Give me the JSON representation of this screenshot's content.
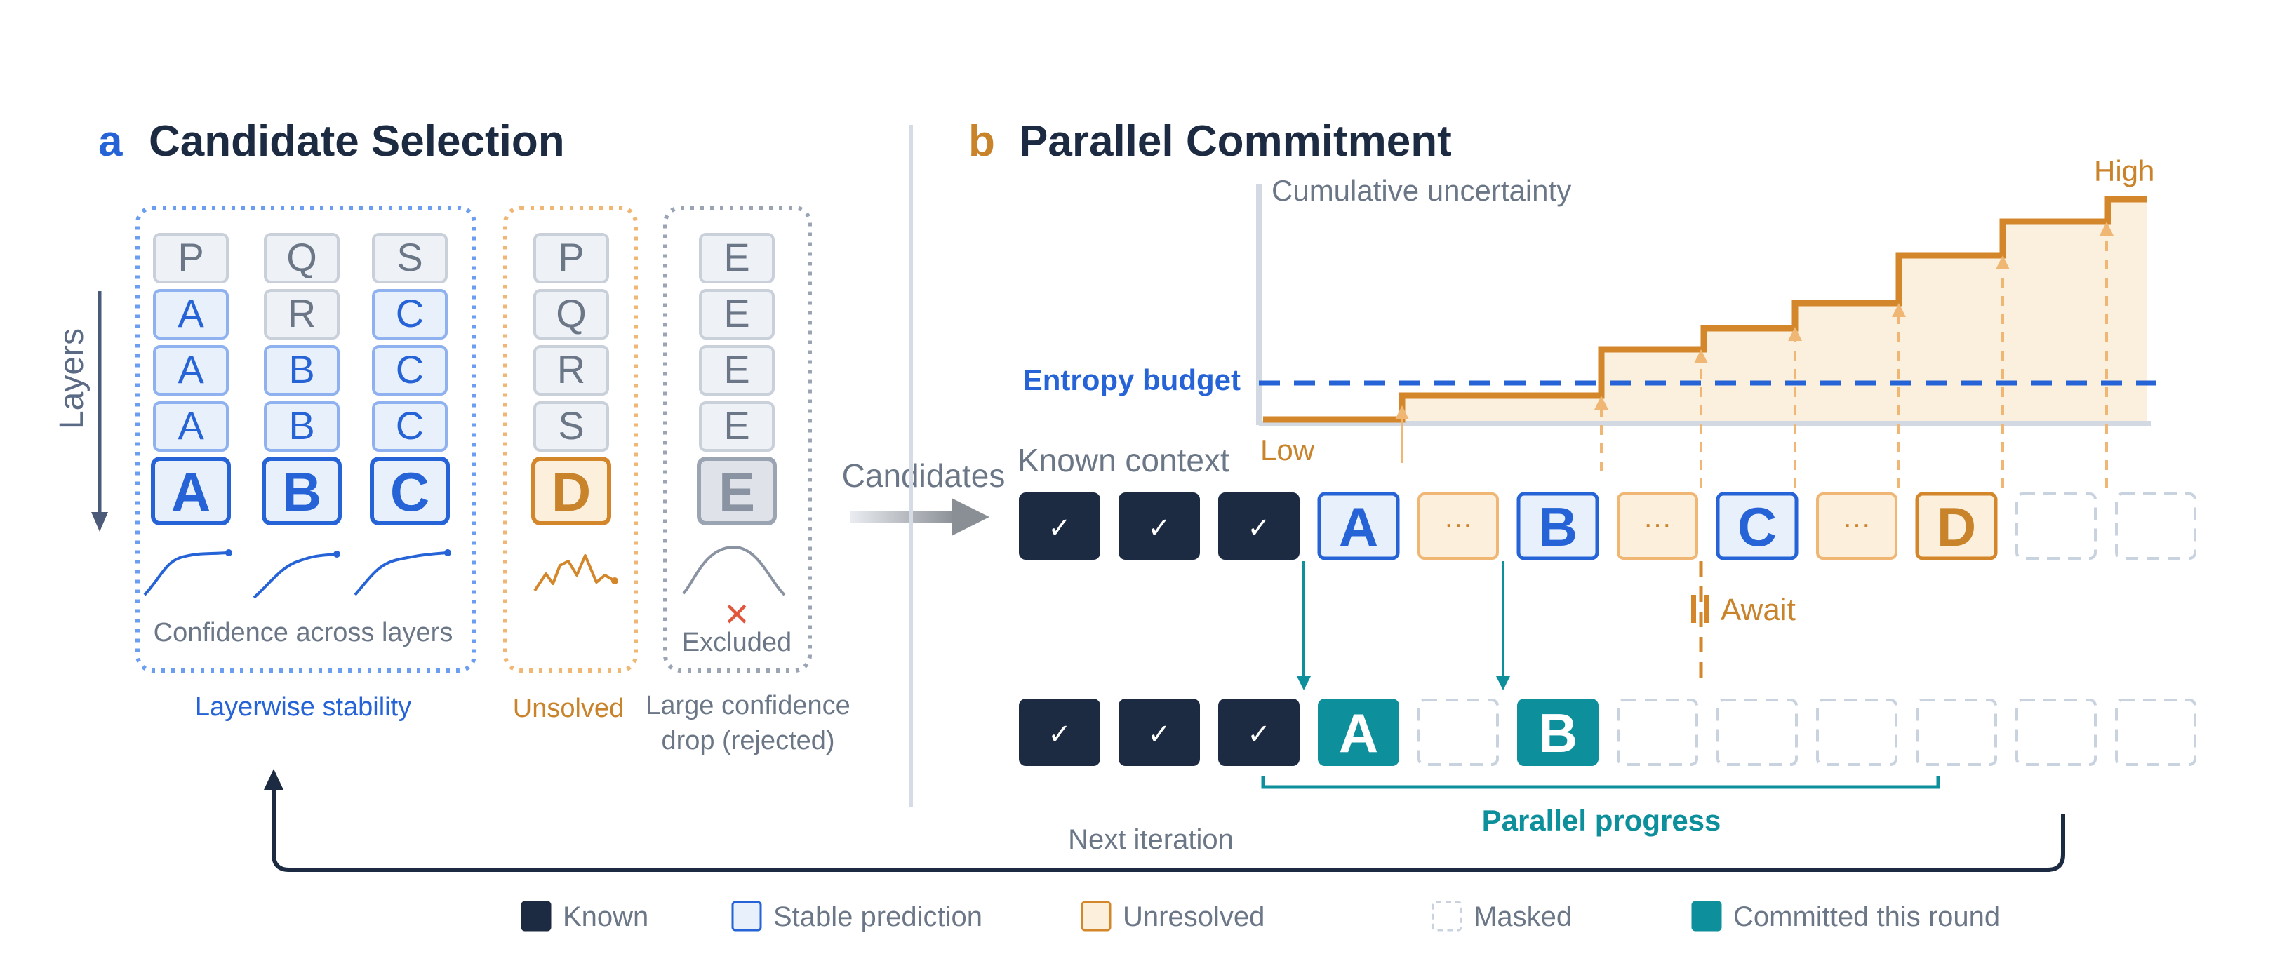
{
  "panel_a": {
    "letter": "a",
    "title": "Candidate Selection",
    "layers_label": "Layers",
    "columns": [
      {
        "layers": [
          "P",
          "A",
          "A",
          "A"
        ],
        "final": "A"
      },
      {
        "layers": [
          "Q",
          "R",
          "B",
          "B"
        ],
        "final": "B"
      },
      {
        "layers": [
          "S",
          "C",
          "C",
          "C"
        ],
        "final": "C"
      },
      {
        "layers": [
          "P",
          "Q",
          "R",
          "S"
        ],
        "final": "D"
      },
      {
        "layers": [
          "E",
          "E",
          "E",
          "E"
        ],
        "final": "E"
      }
    ],
    "confidence_caption": "Confidence across layers",
    "excluded_label": "Excluded",
    "group_labels": {
      "stable": "Layerwise stability",
      "unsolved": "Unsolved",
      "rejected_line1": "Large confidence",
      "rejected_line2": "drop (rejected)"
    },
    "candidates_label": "Candidates"
  },
  "panel_b": {
    "letter": "b",
    "title": "Parallel Commitment",
    "y_axis_label": "Cumulative uncertainty",
    "low_label": "Low",
    "high_label": "High",
    "entropy_budget_label": "Entropy budget",
    "known_context_label": "Known context",
    "check_glyph": "✓",
    "top_row": [
      "",
      "",
      "",
      "A",
      "···",
      "B",
      "···",
      "C",
      "···",
      "D",
      "",
      ""
    ],
    "await_label": "Await",
    "bottom_row": [
      "",
      "",
      "",
      "A",
      "",
      "B",
      "",
      "",
      "",
      "",
      "",
      ""
    ],
    "parallel_progress_label": "Parallel progress"
  },
  "next_iteration_label": "Next iteration",
  "legend": [
    {
      "label": "Known",
      "color": "#1c2a42"
    },
    {
      "label": "Stable prediction",
      "color": "#e8f0fc"
    },
    {
      "label": "Unresolved",
      "color": "#fcefdc"
    },
    {
      "label": "Masked",
      "color": "#ffffff"
    },
    {
      "label": "Committed this round",
      "color": "#0e8f9c"
    }
  ],
  "colors": {
    "navy": "#1c2a42",
    "blue": "#2563d6",
    "orange": "#c9832a",
    "teal": "#0e8f9c",
    "gray": "#6b7787"
  }
}
